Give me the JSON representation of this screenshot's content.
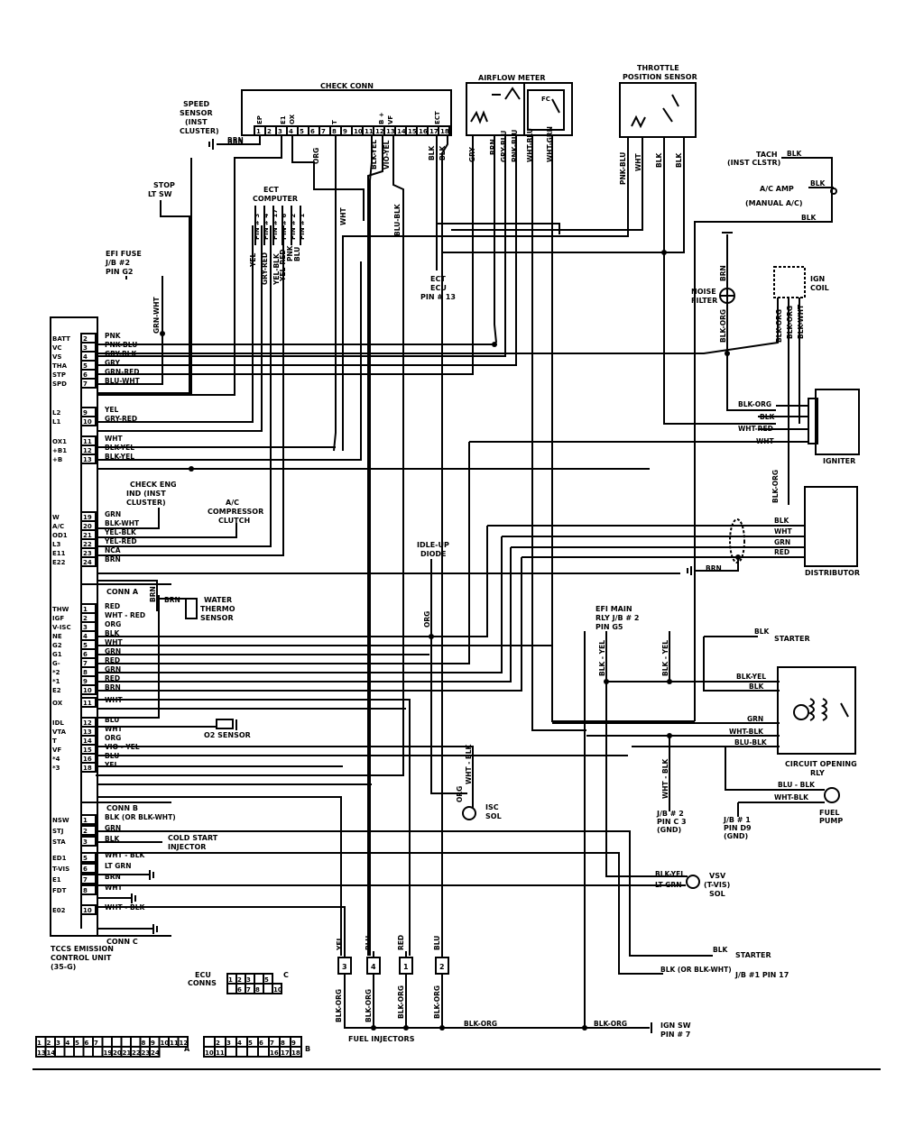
{
  "ecu": {
    "name_lines": [
      "TCCS EMISSION",
      "CONTROL UNIT",
      "(35-G)"
    ],
    "conn_a_label": "CONN A",
    "conn_b_label": "CONN B",
    "conn_c_label": "CONN C",
    "conn_a": [
      {
        "term": "BATT",
        "pin": "2",
        "wire": "PNK"
      },
      {
        "term": "VC",
        "pin": "3",
        "wire": "PNK-BLU"
      },
      {
        "term": "VS",
        "pin": "4",
        "wire": "GRY-BLK"
      },
      {
        "term": "THA",
        "pin": "5",
        "wire": "GRY"
      },
      {
        "term": "STP",
        "pin": "6",
        "wire": "GRN-RED"
      },
      {
        "term": "SPD",
        "pin": "7",
        "wire": "BLU-WHT"
      },
      {
        "term": "L2",
        "pin": "9",
        "wire": "YEL"
      },
      {
        "term": "L1",
        "pin": "10",
        "wire": "GRY-RED"
      },
      {
        "term": "OX1",
        "pin": "11",
        "wire": "WHT"
      },
      {
        "term": "+B1",
        "pin": "12",
        "wire": "BLK-YEL"
      },
      {
        "term": "+B",
        "pin": "13",
        "wire": "BLK-YEL"
      },
      {
        "term": "W",
        "pin": "19",
        "wire": "GRN"
      },
      {
        "term": "A/C",
        "pin": "20",
        "wire": "BLK-WHT"
      },
      {
        "term": "OD1",
        "pin": "21",
        "wire": "YEL-BLK"
      },
      {
        "term": "L3",
        "pin": "22",
        "wire": "YEL-RED"
      },
      {
        "term": "E11",
        "pin": "23",
        "wire": "NCA"
      },
      {
        "term": "E22",
        "pin": "24",
        "wire": "BRN"
      }
    ],
    "conn_b": [
      {
        "term": "THW",
        "pin": "1",
        "wire": "RED"
      },
      {
        "term": "IGF",
        "pin": "2",
        "wire": "WHT - RED"
      },
      {
        "term": "V-ISC",
        "pin": "3",
        "wire": "ORG"
      },
      {
        "term": "NE",
        "pin": "4",
        "wire": "BLK"
      },
      {
        "term": "G2",
        "pin": "5",
        "wire": "WHT"
      },
      {
        "term": "G1",
        "pin": "6",
        "wire": "GRN"
      },
      {
        "term": "G-",
        "pin": "7",
        "wire": "RED"
      },
      {
        "term": "*2",
        "pin": "8",
        "wire": "GRN"
      },
      {
        "term": "*1",
        "pin": "9",
        "wire": "RED"
      },
      {
        "term": "E2",
        "pin": "10",
        "wire": "BRN"
      },
      {
        "term": "OX",
        "pin": "11",
        "wire": "WHT"
      },
      {
        "term": "IDL",
        "pin": "12",
        "wire": "BLU"
      },
      {
        "term": "VTA",
        "pin": "13",
        "wire": "WHT"
      },
      {
        "term": "T",
        "pin": "14",
        "wire": "ORG"
      },
      {
        "term": "VF",
        "pin": "15",
        "wire": "VIO - YEL"
      },
      {
        "term": "*4",
        "pin": "16",
        "wire": "BLU"
      },
      {
        "term": "*3",
        "pin": "18",
        "wire": "YEL"
      }
    ],
    "conn_c": [
      {
        "term": "NSW",
        "pin": "1",
        "wire": "BLK (OR BLK-WHT)"
      },
      {
        "term": "STJ",
        "pin": "2",
        "wire": "GRN"
      },
      {
        "term": "STA",
        "pin": "3",
        "wire": "BLK"
      },
      {
        "term": "ED1",
        "pin": "5",
        "wire": "WHT - BLK"
      },
      {
        "term": "T-VIS",
        "pin": "6",
        "wire": "LT GRN"
      },
      {
        "term": "E1",
        "pin": "7",
        "wire": "BRN"
      },
      {
        "term": "FDT",
        "pin": "8",
        "wire": "WHT"
      },
      {
        "term": "E02",
        "pin": "10",
        "wire": "WHT - BLK"
      }
    ]
  },
  "check_conn": {
    "title": "CHECK CONN",
    "pins": [
      "1",
      "2",
      "3",
      "4",
      "5",
      "6",
      "7",
      "8",
      "9",
      "10",
      "11",
      "12",
      "13",
      "14",
      "15",
      "16",
      "17",
      "18"
    ],
    "terms": {
      "ep": "EP",
      "e1": "E1",
      "ox": "OX",
      "t": "T",
      "b_plus": "B +",
      "vf": "VF",
      "ect": "ECT"
    },
    "wires": [
      "BRN",
      "ORG",
      "BLK-YEL",
      "VIO-YEL",
      "BLK",
      "BLK",
      "WHT",
      "BLU-BLK"
    ]
  },
  "airflow_meter": {
    "title": "AIRFLOW METER",
    "fc": "FC",
    "wires": [
      "GRY",
      "BRN",
      "GRY-BLU",
      "PNK-BLU",
      "WHT-BLU",
      "WHT-GRN"
    ]
  },
  "throttle_sensor": {
    "title_lines": [
      "THROTTLE",
      "POSITION SENSOR"
    ],
    "wires": [
      "PNK-BLU",
      "WHT",
      "BLK",
      "BLK"
    ]
  },
  "speed_sensor": {
    "lines": [
      "SPEED",
      "SENSOR",
      "(INST",
      "CLUSTER)"
    ],
    "wire": "BRN"
  },
  "stop_sw": {
    "lines": [
      "STOP",
      "LT SW"
    ]
  },
  "efi_fuse": {
    "lines": [
      "EFI  FUSE",
      "J/B  #2",
      "PIN  G2"
    ],
    "wire": "GRN-WHT"
  },
  "ect_computer": {
    "lines": [
      "ECT",
      "COMPUTER"
    ],
    "pins": [
      "PIN # 3",
      "PIN # 4",
      "PIN # 17",
      "PIN # 6",
      "PIN # 2",
      "PIN # 1"
    ],
    "wires": [
      "YEL",
      "GRY-RED",
      "YEL-BLK",
      "YEL-RED",
      "PNK",
      "BLU"
    ]
  },
  "ect_ecu": {
    "lines": [
      "ECT",
      "ECU",
      "PIN # 13"
    ]
  },
  "tach": {
    "lines": [
      "TACH",
      "(INST CLSTR)"
    ],
    "wire": "BLK"
  },
  "ac_amp": {
    "lines": [
      "A/C  AMP",
      "(MANUAL  A/C)"
    ],
    "wires": [
      "BLK",
      "BLK"
    ]
  },
  "noise_filter": {
    "lines": [
      "NOISE",
      "FILTER"
    ],
    "wires": [
      "BRN",
      "BLK-ORG"
    ]
  },
  "ign_coil": {
    "lines": [
      "IGN",
      "COIL"
    ],
    "wires": [
      "BLK-ORG",
      "BLK-ORG",
      "BLK-WHT"
    ]
  },
  "igniter": {
    "label": "IGNITER",
    "wires": [
      "BLK-ORG",
      "BLK",
      "WHT-RED",
      "WHT",
      "BLK-ORG"
    ]
  },
  "distributor": {
    "label": "DISTRIBUTOR",
    "wires": [
      "BLK",
      "WHT",
      "GRN",
      "RED",
      "BRN"
    ]
  },
  "check_eng": {
    "lines": [
      "CHECK ENG",
      "IND (INST",
      "CLUSTER)"
    ]
  },
  "ac_clutch": {
    "lines": [
      "A/C",
      "COMPRESSOR",
      "CLUTCH"
    ]
  },
  "idle_up": {
    "lines": [
      "IDLE-UP",
      "DIODE"
    ],
    "wire": "ORG"
  },
  "water_thermo": {
    "lines": [
      "WATER",
      "THERMO",
      "SENSOR"
    ],
    "wire": "BRN"
  },
  "o2_sensor": {
    "label": "O2 SENSOR"
  },
  "efi_main": {
    "lines": [
      "EFI  MAIN",
      "RLY  J/B # 2",
      "PIN  G5"
    ],
    "wires": [
      "BLK - YEL",
      "BLK - YEL"
    ]
  },
  "starter_top": {
    "label": "STARTER",
    "wire": "BLK"
  },
  "circuit_opening": {
    "lines": [
      "CIRCUIT OPENING",
      "RLY"
    ],
    "wires": [
      "BLK-YEL",
      "BLK",
      "GRN",
      "WHT-BLK",
      "BLU-BLK"
    ]
  },
  "fuel_pump": {
    "lines": [
      "FUEL",
      "PUMP"
    ],
    "wires": [
      "BLU - BLK",
      "WHT-BLK"
    ]
  },
  "jb1_d9": {
    "lines": [
      "J/B # 1",
      "PIN D9",
      "(GND)"
    ]
  },
  "jb2_c3": {
    "lines": [
      "J/B # 2",
      "PIN C 3",
      "(GND)"
    ],
    "wire": "WHT - BLK"
  },
  "isc_sol": {
    "lines": [
      "ISC",
      "SOL"
    ],
    "wires": [
      "ORG",
      "WHT - BLK"
    ]
  },
  "cold_start": {
    "lines": [
      "COLD START",
      "INJECTOR"
    ]
  },
  "vsv": {
    "lines": [
      "VSV",
      "(T-VIS)",
      "SOL"
    ],
    "wires": [
      "BLK-YEL",
      "LT GRN"
    ]
  },
  "starter_bottom": {
    "label": "STARTER",
    "wire": "BLK"
  },
  "jb1_p17": {
    "label": "J/B #1 PIN 17",
    "wire": "BLK (OR BLK-WHT)"
  },
  "fuel_injectors": {
    "label": "FUEL  INJECTORS",
    "nums": [
      "3",
      "4",
      "1",
      "2"
    ],
    "top_wires": [
      "YEL",
      "BLU",
      "RED",
      "BLU"
    ],
    "bottom_wire": "BLK-ORG"
  },
  "ign_sw": {
    "lines": [
      "IGN  SW",
      "PIN # 7"
    ],
    "wire": "BLK-ORG"
  },
  "ecu_conns": {
    "label_lines": [
      "ECU",
      "CONNS"
    ],
    "c_label": "C",
    "c_row1": [
      "1",
      "2",
      "3",
      "",
      "5"
    ],
    "c_row2": [
      "",
      "6",
      "7",
      "8",
      "",
      "10"
    ],
    "a_label": "A",
    "a_row1": [
      "1",
      "2",
      "3",
      "4",
      "5",
      "6",
      "7",
      "",
      "",
      "",
      "",
      "8",
      "9",
      "10",
      "11",
      "12"
    ],
    "a_row2": [
      "13",
      "14",
      "",
      "",
      "",
      "",
      "",
      "19",
      "20",
      "21",
      "22",
      "23",
      "24"
    ],
    "b_label": "B",
    "b_row1": [
      "",
      "2",
      "3",
      "4",
      "5",
      "6",
      "7",
      "8",
      "9"
    ],
    "b_row2": [
      "10",
      "11",
      "",
      "",
      "",
      "",
      "16",
      "17",
      "18"
    ]
  }
}
